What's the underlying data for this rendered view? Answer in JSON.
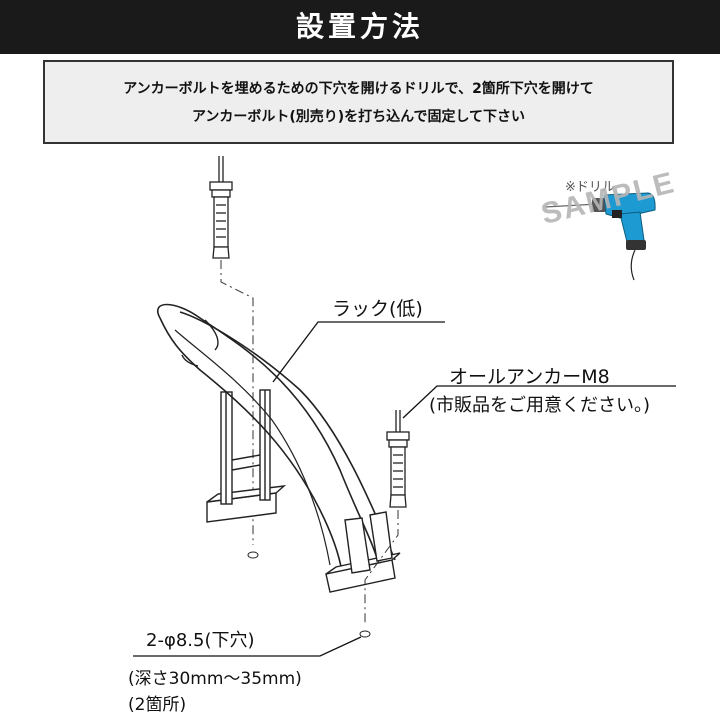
{
  "header": {
    "title": "設置方法"
  },
  "note": {
    "line1": "アンカーボルトを埋めるための下穴を開けるドリルで、2箇所下穴を開けて",
    "line2": "アンカーボルト(別売り)を打ち込んで固定して下さい"
  },
  "drill": {
    "label": "※ドリル",
    "watermark": "SAMPLE",
    "body_color": "#1d9ad1"
  },
  "labels": {
    "rack": "ラック(低)",
    "anchor": "オールアンカーM8",
    "anchor_note": "(市販品をご用意ください。)",
    "hole": "2-φ8.5(下穴)",
    "depth": "(深さ30mm～35mm)",
    "count": "(2箇所)"
  }
}
